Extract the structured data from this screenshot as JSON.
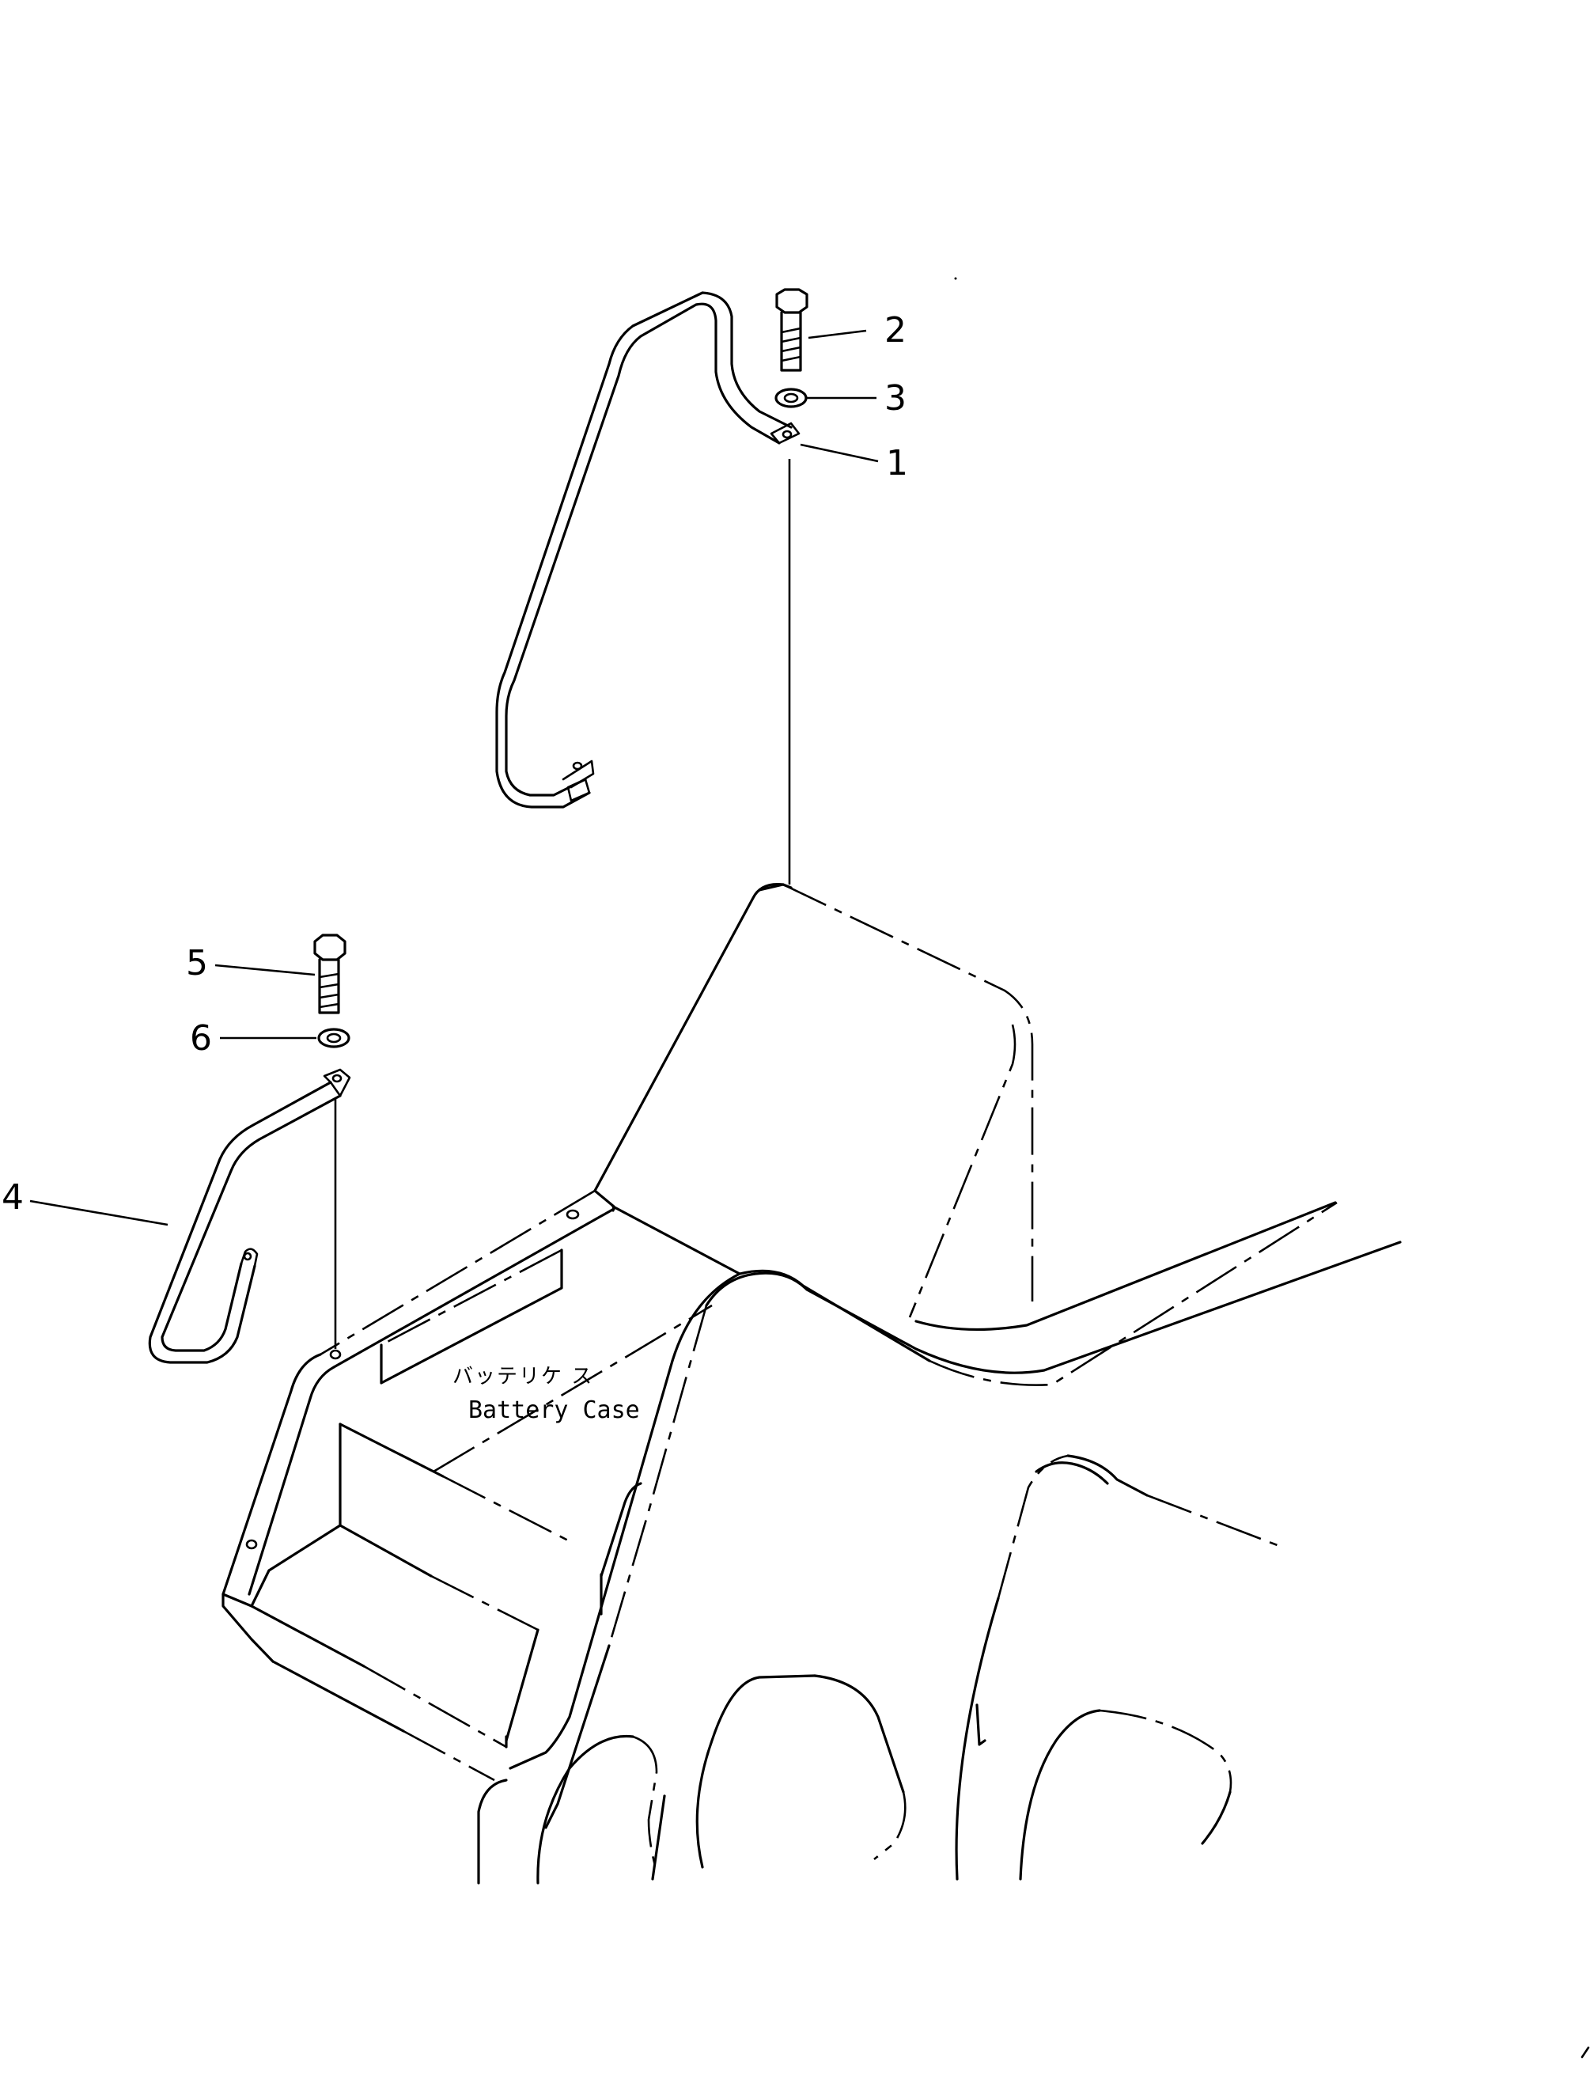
{
  "callouts": {
    "item_1": "1",
    "item_2": "2",
    "item_3": "3",
    "item_4": "4",
    "item_5": "5",
    "item_6": "6"
  },
  "labels": {
    "battery_case_jp": "バッテリケ ス",
    "battery_case_en": "Battery Case"
  },
  "colors": {
    "line": "#000000",
    "background": "#ffffff"
  }
}
